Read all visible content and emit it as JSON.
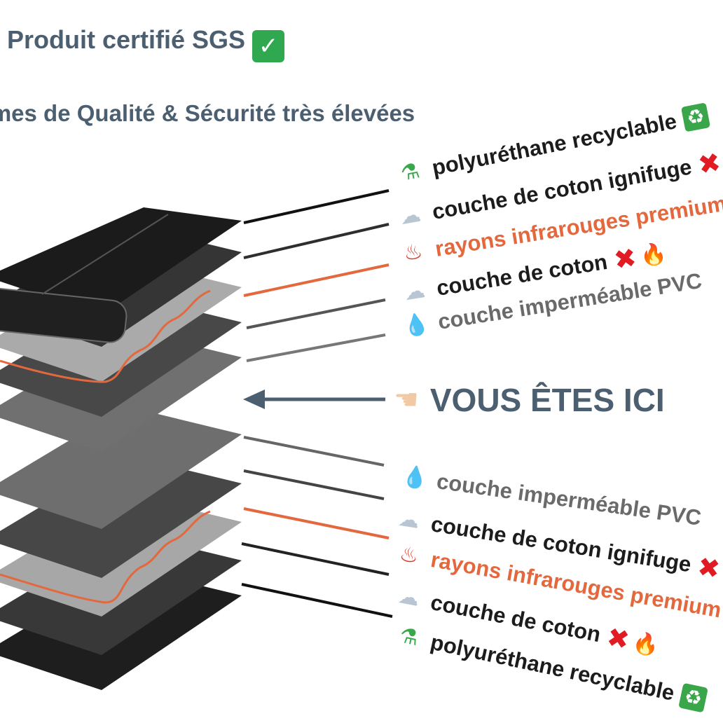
{
  "header": {
    "title": "Produit certifié SGS",
    "title_badge_icon": "check-mark-button-icon",
    "subtitle": "rmes de Qualité & Sécurité très élevées"
  },
  "colors": {
    "heading": "#4c5f70",
    "accent_orange": "#e4683e",
    "layer_black": "#1e1e1e",
    "layer_dark": "#3a3a3a",
    "layer_grey": "#6b6b6b",
    "layer_light": "#a9a9a9"
  },
  "you_are_here": {
    "label": "VOUS ÊTES ICI",
    "icon": "pointing-hand-icon",
    "arrow": "left-arrow"
  },
  "top_layers": [
    {
      "text": "polyuréthane recyclable",
      "icon": "test-tube-icon",
      "suffix": [
        "recycle-icon"
      ],
      "style": "dark"
    },
    {
      "text": "couche de coton ignifuge",
      "icon": "cloud-icon",
      "suffix": [
        "cross-mark-icon"
      ],
      "style": "dark"
    },
    {
      "text": "rayons infrarouges premium",
      "icon": "hot-springs-icon",
      "suffix": [],
      "style": "orange"
    },
    {
      "text": "couche de coton",
      "icon": "cloud-icon",
      "suffix": [
        "cross-mark-icon",
        "fire-icon"
      ],
      "style": "dark"
    },
    {
      "text": "couche imperméable PVC",
      "icon": "droplet-icon",
      "suffix": [],
      "style": "grey"
    }
  ],
  "bottom_layers": [
    {
      "text": "couche imperméable PVC",
      "icon": "droplet-icon",
      "suffix": [],
      "style": "grey"
    },
    {
      "text": "couche de coton ignifuge",
      "icon": "cloud-icon",
      "suffix": [
        "cross-mark-icon"
      ],
      "style": "dark"
    },
    {
      "text": "rayons infrarouges premium",
      "icon": "hot-springs-icon",
      "suffix": [],
      "style": "orange"
    },
    {
      "text": "couche de coton",
      "icon": "cloud-icon",
      "suffix": [
        "cross-mark-icon",
        "fire-icon"
      ],
      "style": "dark"
    },
    {
      "text": "polyuréthane recyclable",
      "icon": "test-tube-icon",
      "suffix": [
        "recycle-icon"
      ],
      "style": "dark"
    }
  ]
}
